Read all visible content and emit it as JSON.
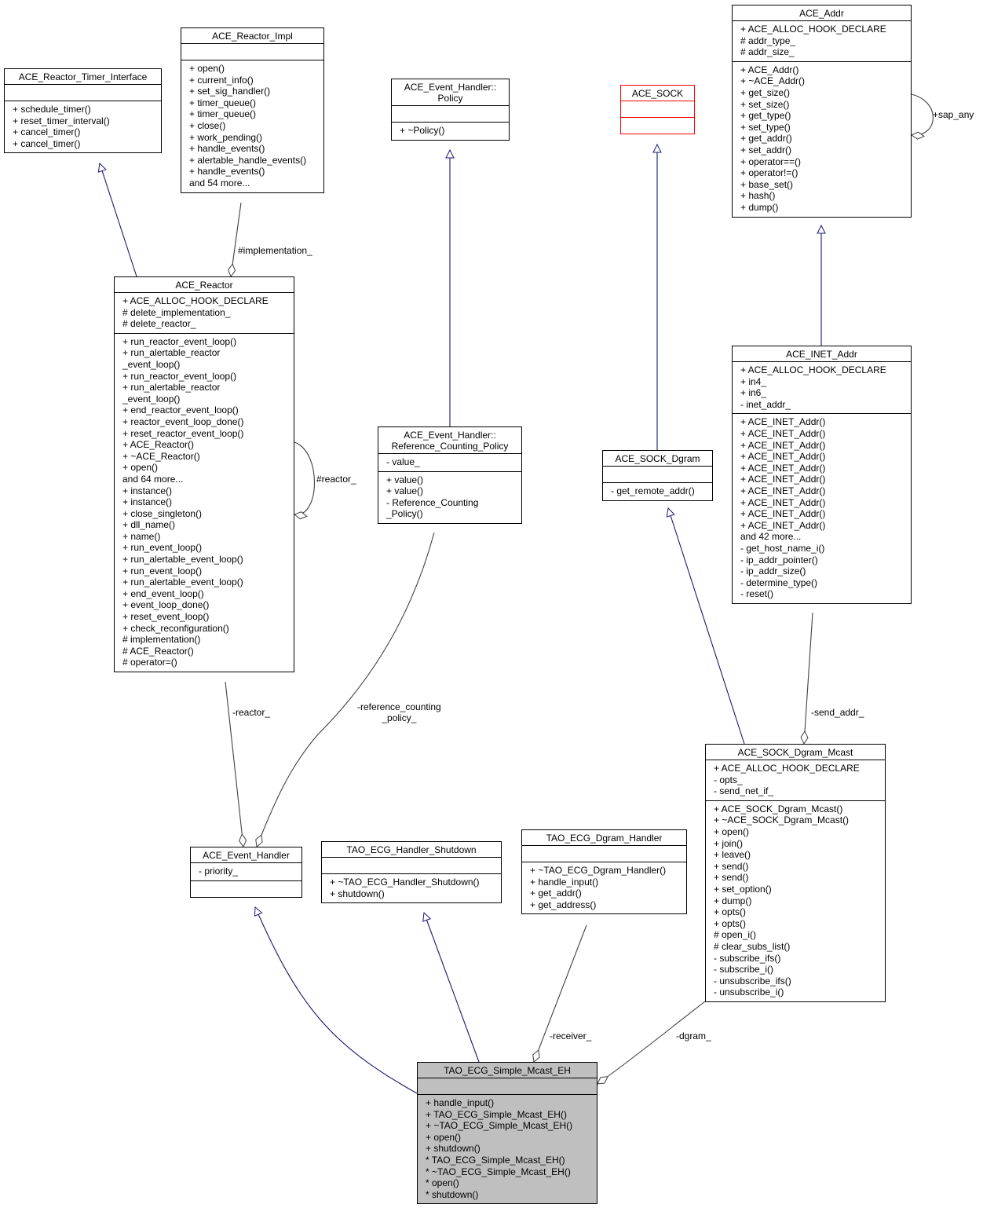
{
  "colors": {
    "inheritance": "#191970",
    "association": "#404040",
    "focus_fill": "#bfbfbf",
    "undocumented_border": "#ff0000"
  },
  "classes": {
    "ace_reactor_timer_interface": {
      "title": "ACE_Reactor_Timer_Interface",
      "attributes": [],
      "methods": [
        "+ schedule_timer()",
        "+ reset_timer_interval()",
        "+ cancel_timer()",
        "+ cancel_timer()"
      ]
    },
    "ace_reactor_impl": {
      "title": "ACE_Reactor_Impl",
      "attributes": [],
      "methods": [
        "+ open()",
        "+ current_info()",
        "+ set_sig_handler()",
        "+ timer_queue()",
        "+ timer_queue()",
        "+ close()",
        "+ work_pending()",
        "+ handle_events()",
        "+ alertable_handle_events()",
        "+ handle_events()",
        "and 54 more..."
      ]
    },
    "ace_event_handler_policy": {
      "title": "ACE_Event_Handler::\nPolicy",
      "attributes": [],
      "methods": [
        "+ ~Policy()"
      ]
    },
    "ace_sock": {
      "title": "ACE_SOCK",
      "attributes": [],
      "methods": []
    },
    "ace_addr": {
      "title": "ACE_Addr",
      "attributes": [
        "+ ACE_ALLOC_HOOK_DECLARE",
        "# addr_type_",
        "# addr_size_"
      ],
      "methods": [
        "+ ACE_Addr()",
        "+ ~ACE_Addr()",
        "+ get_size()",
        "+ set_size()",
        "+ get_type()",
        "+ set_type()",
        "+ get_addr()",
        "+ set_addr()",
        "+ operator==()",
        "+ operator!=()",
        "+ base_set()",
        "+ hash()",
        "+ dump()"
      ]
    },
    "ace_reactor": {
      "title": "ACE_Reactor",
      "attributes": [
        "+ ACE_ALLOC_HOOK_DECLARE",
        "# delete_implementation_",
        "# delete_reactor_"
      ],
      "methods": [
        "+ run_reactor_event_loop()",
        "+ run_alertable_reactor",
        "_event_loop()",
        "+ run_reactor_event_loop()",
        "+ run_alertable_reactor",
        "_event_loop()",
        "+ end_reactor_event_loop()",
        "+ reactor_event_loop_done()",
        "+ reset_reactor_event_loop()",
        "+ ACE_Reactor()",
        "+ ~ACE_Reactor()",
        "+ open()",
        "and 64 more...",
        "+ instance()",
        "+ instance()",
        "+ close_singleton()",
        "+ dll_name()",
        "+ name()",
        "+ run_event_loop()",
        "+ run_alertable_event_loop()",
        "+ run_event_loop()",
        "+ run_alertable_event_loop()",
        "+ end_event_loop()",
        "+ event_loop_done()",
        "+ reset_event_loop()",
        "+ check_reconfiguration()",
        "# implementation()",
        "# ACE_Reactor()",
        "# operator=()"
      ]
    },
    "ace_event_handler_rcp": {
      "title": "ACE_Event_Handler::\nReference_Counting_Policy",
      "attributes": [
        "- value_"
      ],
      "methods": [
        "+ value()",
        "+ value()",
        "- Reference_Counting",
        "_Policy()"
      ]
    },
    "ace_sock_dgram": {
      "title": "ACE_SOCK_Dgram",
      "attributes": [],
      "methods": [
        "- get_remote_addr()"
      ]
    },
    "ace_inet_addr": {
      "title": "ACE_INET_Addr",
      "attributes": [
        "+ ACE_ALLOC_HOOK_DECLARE",
        "+ in4_",
        "+ in6_",
        "- inet_addr_"
      ],
      "methods": [
        "+ ACE_INET_Addr()",
        "+ ACE_INET_Addr()",
        "+ ACE_INET_Addr()",
        "+ ACE_INET_Addr()",
        "+ ACE_INET_Addr()",
        "+ ACE_INET_Addr()",
        "+ ACE_INET_Addr()",
        "+ ACE_INET_Addr()",
        "+ ACE_INET_Addr()",
        "+ ACE_INET_Addr()",
        "and 42 more...",
        "- get_host_name_i()",
        "- ip_addr_pointer()",
        "- ip_addr_size()",
        "- determine_type()",
        "- reset()"
      ]
    },
    "ace_sock_dgram_mcast": {
      "title": "ACE_SOCK_Dgram_Mcast",
      "attributes": [
        "+ ACE_ALLOC_HOOK_DECLARE",
        "- opts_",
        "- send_net_if_"
      ],
      "methods": [
        "+ ACE_SOCK_Dgram_Mcast()",
        "+ ~ACE_SOCK_Dgram_Mcast()",
        "+ open()",
        "+ join()",
        "+ leave()",
        "+ send()",
        "+ send()",
        "+ set_option()",
        "+ dump()",
        "+ opts()",
        "+ opts()",
        "# open_i()",
        "# clear_subs_list()",
        "- subscribe_ifs()",
        "- subscribe_i()",
        "- unsubscribe_ifs()",
        "- unsubscribe_i()"
      ]
    },
    "ace_event_handler": {
      "title": "ACE_Event_Handler",
      "attributes": [
        "- priority_"
      ],
      "methods": []
    },
    "tao_ecg_handler_shutdown": {
      "title": "TAO_ECG_Handler_Shutdown",
      "attributes": [],
      "methods": [
        "+ ~TAO_ECG_Handler_Shutdown()",
        "+ shutdown()"
      ]
    },
    "tao_ecg_dgram_handler": {
      "title": "TAO_ECG_Dgram_Handler",
      "attributes": [],
      "methods": [
        "+ ~TAO_ECG_Dgram_Handler()",
        "+ handle_input()",
        "+ get_addr()",
        "+ get_address()"
      ]
    },
    "tao_ecg_simple_mcast_eh": {
      "title": "TAO_ECG_Simple_Mcast_EH",
      "attributes": [],
      "methods": [
        "+ handle_input()",
        "+ TAO_ECG_Simple_Mcast_EH()",
        "+ ~TAO_ECG_Simple_Mcast_EH()",
        "+ open()",
        "+ shutdown()",
        "* TAO_ECG_Simple_Mcast_EH()",
        "* ~TAO_ECG_Simple_Mcast_EH()",
        "* open()",
        "* shutdown()"
      ]
    }
  },
  "labels": {
    "sap_any": "+sap_any",
    "implementation": "#implementation_",
    "reactor_self": "#reactor_",
    "reactor": "-reactor_",
    "reference_counting_policy": "-reference_counting\n_policy_",
    "send_addr": "-send_addr_",
    "receiver": "-receiver_",
    "dgram": "-dgram_"
  }
}
